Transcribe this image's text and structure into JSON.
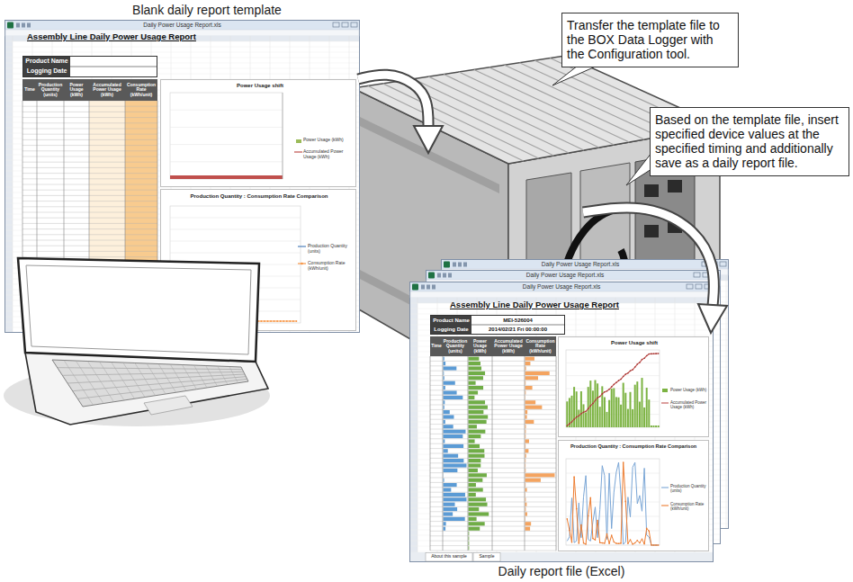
{
  "diagram": {
    "nodes": [
      {
        "text": [
          "Blank daily report template",
          "Daily Power Usage Report.xls",
          "Assembly Line Daily Power Usage Report"
        ]
      },
      {
        "text": [
          "Product Name",
          "Logging Date"
        ],
        "in": 0
      },
      {
        "text": [
          "Time",
          "Production Quantity (units)",
          "Power Usage (kWh)",
          "Accumulated Power Usage (kWh)",
          "Consumption Rate (kWh/unit)"
        ],
        "in": 0
      },
      {
        "text": [
          "Power Usage shift",
          "Power Usage (kWh)",
          "Accumulated Power Usage (kWh)"
        ],
        "in": 0
      },
      {
        "text": [
          "Production Quantity : Consumption Rate Comparison",
          "Production Quantity (units)",
          "Consumption Rate (kWh/unit)"
        ],
        "in": 0
      },
      {
        "text": [
          "Transfer the template file to the BOX Data Logger with the Configuration tool."
        ]
      },
      {
        "text": [
          "Based on the template file, insert specified device values at the specified timing and additionally save as a daily report file."
        ]
      },
      {
        "text": [
          "Daily report file (Excel)",
          "Daily Power Usage Report.xls",
          "Assembly Line Daily Power Usage Report"
        ]
      },
      {
        "text": [
          "Product Name",
          "MEI-526004",
          "Logging Date",
          "2014/02/21 Fri 00:00:00"
        ],
        "in": 7
      },
      {
        "text": [
          "Time",
          "Production Quantity (units)",
          "Power Usage (kWh)",
          "Accumulated Power Usage (kWh)",
          "Consumption Rate (kWh/unit)"
        ],
        "in": 7
      },
      {
        "text": [
          "Power Usage shift",
          "Power Usage (kWh)",
          "Accumulated Power Usage (kWh)"
        ],
        "in": 7
      },
      {
        "text": [
          "Production Quantity : Consumption Rate Comparison",
          "Production Quantity (units)",
          "Consumption Rate (kWh/unit)"
        ],
        "in": 7
      }
    ],
    "labels": [
      "Daily Power Usage Report.xls",
      "Daily Power Usage Report.xls",
      "About this sample",
      "Sample"
    ]
  }
}
